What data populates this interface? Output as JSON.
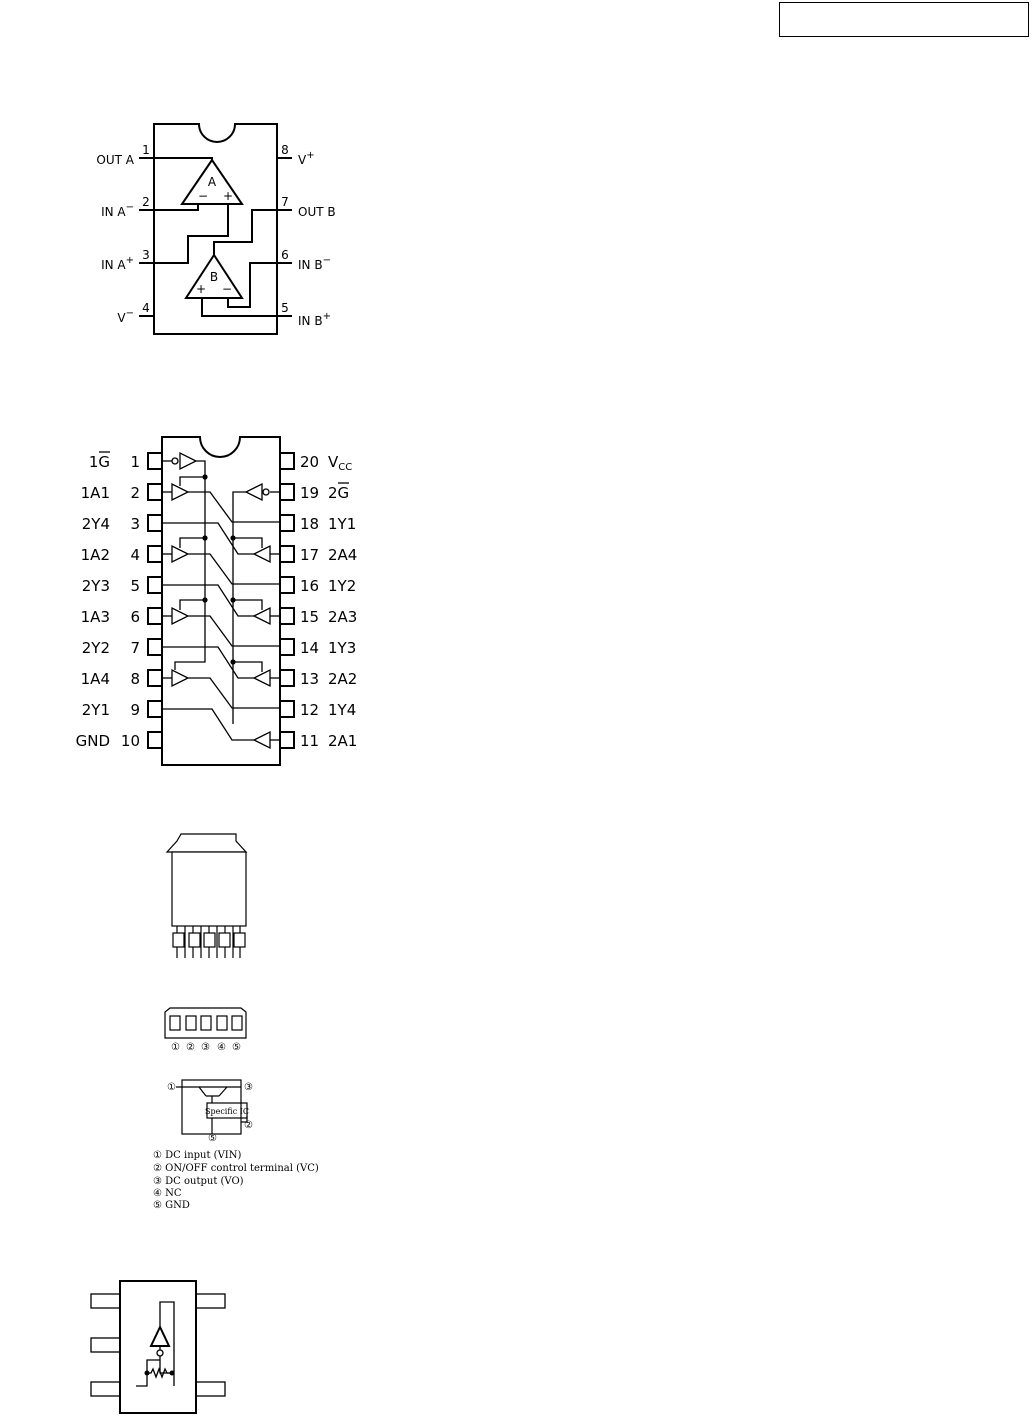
{
  "header": {
    "box_text": ""
  },
  "opamp": {
    "amp_labels": [
      "A",
      "B"
    ],
    "pins_left": [
      {
        "num": "1",
        "name": "OUT  A"
      },
      {
        "num": "2",
        "name": "IN  A",
        "sup": "−"
      },
      {
        "num": "3",
        "name": "IN  A",
        "sup": "+"
      },
      {
        "num": "4",
        "name": "V",
        "sup": "−"
      }
    ],
    "pins_right": [
      {
        "num": "8",
        "name": "V",
        "sup": "+"
      },
      {
        "num": "7",
        "name": "OUT  B"
      },
      {
        "num": "6",
        "name": "IN  B",
        "sup": "−"
      },
      {
        "num": "5",
        "name": "IN  B",
        "sup": "+"
      }
    ]
  },
  "buffer20": {
    "pins_left": [
      {
        "num": "1",
        "name": "1G"
      },
      {
        "num": "2",
        "name": "1A1"
      },
      {
        "num": "3",
        "name": "2Y4"
      },
      {
        "num": "4",
        "name": "1A2"
      },
      {
        "num": "5",
        "name": "2Y3"
      },
      {
        "num": "6",
        "name": "1A3"
      },
      {
        "num": "7",
        "name": "2Y2"
      },
      {
        "num": "8",
        "name": "1A4"
      },
      {
        "num": "9",
        "name": "2Y1"
      },
      {
        "num": "10",
        "name": "GND"
      }
    ],
    "pins_right": [
      {
        "num": "20",
        "name": "V",
        "sub": "CC"
      },
      {
        "num": "19",
        "name": "2G"
      },
      {
        "num": "18",
        "name": "1Y1"
      },
      {
        "num": "17",
        "name": "2A4"
      },
      {
        "num": "16",
        "name": "1Y2"
      },
      {
        "num": "15",
        "name": "2A3"
      },
      {
        "num": "14",
        "name": "1Y3"
      },
      {
        "num": "13",
        "name": "2A2"
      },
      {
        "num": "12",
        "name": "1Y4"
      },
      {
        "num": "11",
        "name": "2A1"
      }
    ]
  },
  "regulator": {
    "pin_marks": [
      "①",
      "②",
      "③",
      "④",
      "⑤"
    ],
    "ic_label": "Specific IC",
    "legend": [
      "① DC input (VIN)",
      "② ON/OFF control terminal (VC)",
      "③ DC output (VO)",
      "④ NC",
      "⑤ GND"
    ]
  }
}
